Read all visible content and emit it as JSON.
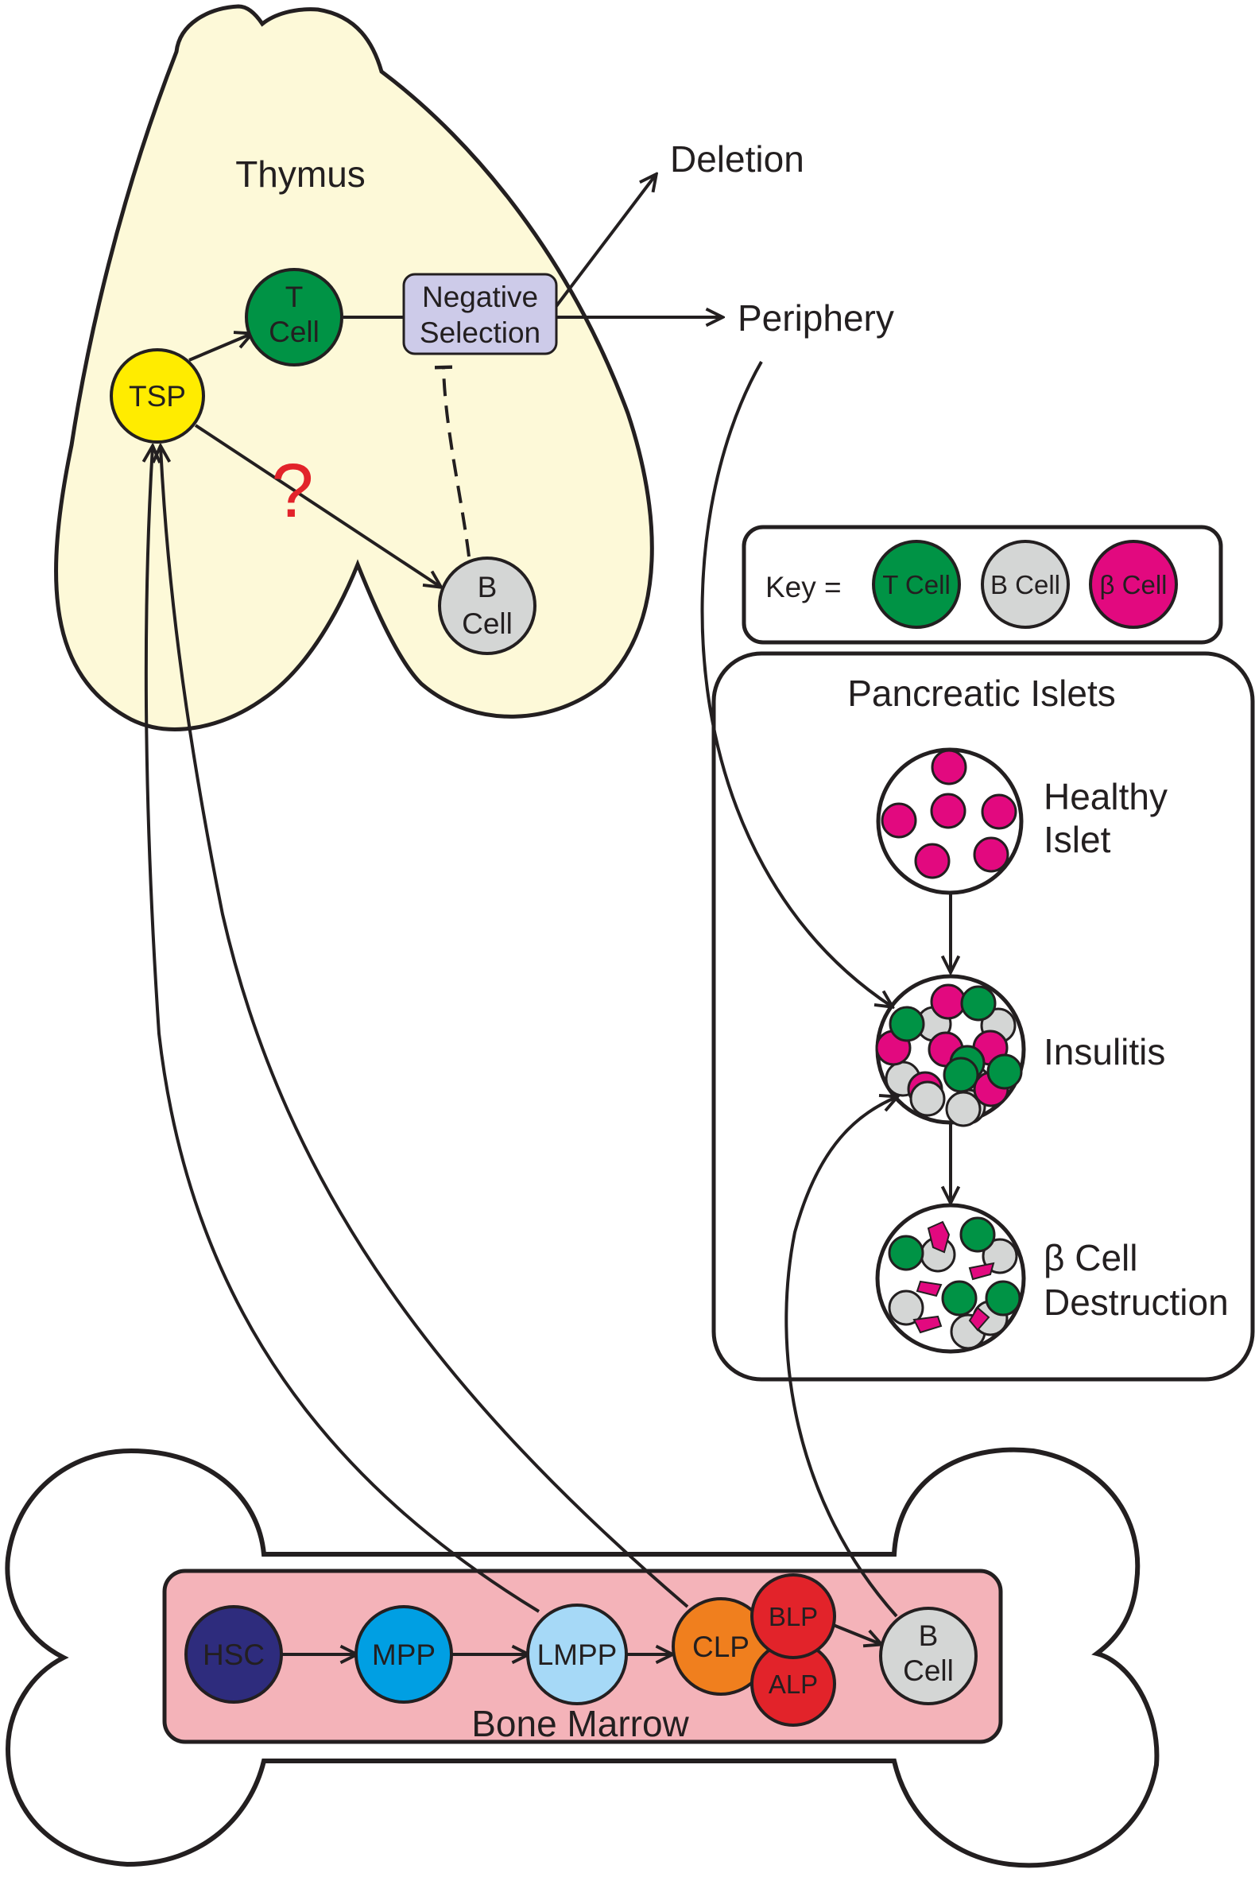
{
  "thymus": {
    "title": "Thymus",
    "tsp": "TSP",
    "t_cell": [
      "T",
      "Cell"
    ],
    "negative_selection": [
      "Negative",
      "Selection"
    ],
    "b_cell": [
      "B",
      "Cell"
    ],
    "question": "?"
  },
  "outcomes": {
    "deletion": "Deletion",
    "periphery": "Periphery"
  },
  "key": {
    "label": "Key =",
    "t_cell": "T Cell",
    "b_cell": "B Cell",
    "beta_cell": "β Cell"
  },
  "islets": {
    "title": "Pancreatic Islets",
    "healthy": [
      "Healthy",
      "Islet"
    ],
    "insulitis": "Insulitis",
    "destruction": [
      "β Cell",
      "Destruction"
    ]
  },
  "bone_marrow": {
    "title": "Bone Marrow",
    "hsc": "HSC",
    "mpp": "MPP",
    "lmpp": "LMPP",
    "clp": "CLP",
    "blp": "BLP",
    "alp": "ALP",
    "b_cell": [
      "B",
      "Cell"
    ]
  },
  "colors": {
    "thymus_fill": "#fdf9d8",
    "t_cell": "#009345",
    "b_cell": "#d4d6d5",
    "beta_cell": "#e2097f",
    "tsp": "#ffec00",
    "negative_selection": "#cdcbe9",
    "marrow_fill": "#f4b3b9",
    "hsc": "#2e2c7d",
    "mpp": "#009fe3",
    "lmpp": "#a6d9f7",
    "clp": "#f07f1e",
    "blp_alp": "#e2232a",
    "question": "#e2232a"
  }
}
